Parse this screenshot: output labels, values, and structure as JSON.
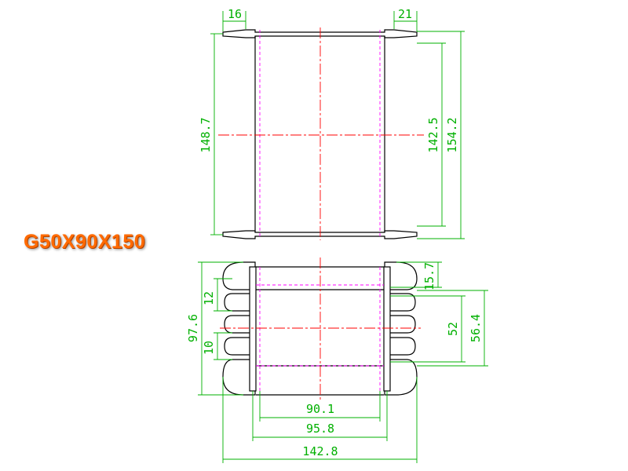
{
  "title": "G50X90X150",
  "dimensions": {
    "top_flange_left": "16",
    "top_flange_right": "21",
    "height_left": "148.7",
    "height_inner": "142.5",
    "height_outer": "154.2",
    "slot_pitch_top": "12",
    "slot_pitch_bottom": "10",
    "side_height": "97.6",
    "top_offset": "15.7",
    "inner_height": "52",
    "outer_height": "56.4",
    "width_inner": "90.1",
    "width_mid": "95.8",
    "width_total": "142.8"
  },
  "colors": {
    "outline": "#000000",
    "dimension": "#00b000",
    "centerline": "#ff0000",
    "hidden_line": "#ff00ff",
    "label": "#ff6a00"
  }
}
